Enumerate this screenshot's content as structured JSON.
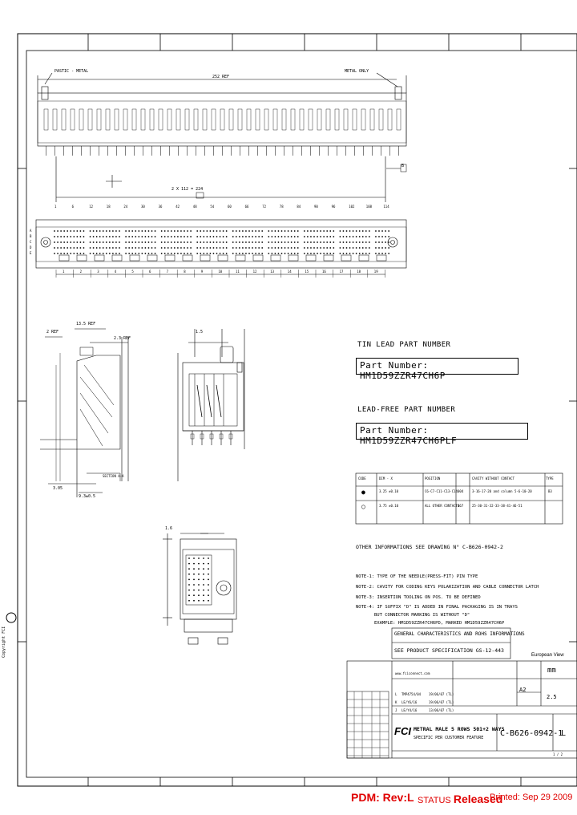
{
  "drawing": {
    "callouts": {
      "plastic_metal": "PASTIC - METAL",
      "metal_only": "METAL ONLY",
      "ref_length": "252 REF",
      "pitch_total": "2 X 112 = 224",
      "dim_a": "2 REF",
      "dim_b": "13.5 REF",
      "dim_c": "2.3 REF",
      "dim_d": "3.05",
      "dim_e": "9.3±0.5",
      "dim_f": "1.5",
      "dim_g": "1.6",
      "sec_view": "SECTION A-A",
      "datum": "B"
    },
    "row_letters": [
      "A",
      "B",
      "C",
      "D",
      "E"
    ],
    "top_numbers": [
      "1",
      "6",
      "12",
      "18",
      "24",
      "30",
      "36",
      "42",
      "48",
      "54",
      "60",
      "66",
      "72",
      "78",
      "84",
      "90",
      "96",
      "102",
      "108",
      "114"
    ],
    "bottom_numbers": [
      "1",
      "2",
      "3",
      "4",
      "5",
      "6",
      "7",
      "8",
      "9",
      "10",
      "11",
      "12",
      "13",
      "14",
      "15",
      "16",
      "17",
      "18",
      "19"
    ]
  },
  "part_numbers": {
    "tin_lead_title": "TIN LEAD PART NUMBER",
    "tin_lead_value": "Part Number: HM1D59ZZR47CH6P",
    "lead_free_title": "LEAD-FREE PART NUMBER",
    "lead_free_value": "Part Number: HM1D59ZZR47CH6PLF"
  },
  "contact_table": {
    "headers": [
      "CODE",
      "DIM - X",
      "POSITION",
      "",
      "CAVITY WITHOUT CONTACT",
      "",
      "TYPE"
    ],
    "rows": [
      {
        "code": "●",
        "dim": "3.25 ±0.10",
        "position": "C6-C7-C11-C13-C14",
        "count": "004",
        "cavity": "3-16-17-20 and column 5-6-10-20",
        "type": "B3"
      },
      {
        "code": "○",
        "dim": "3.75 ±0.10",
        "position": "ALL OTHER CONTACTS",
        "count": "467",
        "cavity": "25-30-31-32-33-38-41-46-51",
        "type": ""
      }
    ]
  },
  "other_info": "OTHER INFORMATIONS SEE DRAWING N° C-B626-0942-2",
  "notes": [
    "NOTE-1: TYPE OF THE NEEDLE(PRESS-FIT) PIN TYPE",
    "NOTE-2: CAVITY FOR CODING KEYS POLARIZATION AND CABLE CONNECTOR LATCH",
    "NOTE-3: INSERTION TOOLING ON POS. TO BE DEFINED",
    "NOTE-4: IF SUFFIX \"D\" IS ADDED IN FINAL PACKAGING IS IN TRAYS",
    "BUT CONNECTOR MARKING IS WITHOUT \"D\"",
    "EXAMPLE: HM1D59ZZR47CH6PD, MARKED HM1D59ZZR47CH6P"
  ],
  "general_box": {
    "line1": "GENERAL CHARACTERISTICS AND ROHS INFORMATIONS",
    "line2": "SEE PRODUCT SPECIFICATION GS-12-443"
  },
  "title_block": {
    "view": "European View",
    "unit": "mm",
    "website": "www.fciconnect.com",
    "size": "A2",
    "scale": "2.5",
    "sheet": "1 / 2",
    "title_line1": "METRAL MALE 5 ROWS 501+2 WAYS",
    "title_line2": "SPECIFIC PER CUSTOMER FEATURE",
    "drawing_number": "C-B626-0942-1",
    "revision": "L",
    "revisions": [
      {
        "rev": "L",
        "text": "TMP4754/04",
        "date": "19/06/07 (TL)"
      },
      {
        "rev": "K",
        "text": "LE/Y6/16",
        "date": "19/06/07 (TL)"
      },
      {
        "rev": "J",
        "text": "LE/Y4/16",
        "date": "13/06/07 (TL)"
      }
    ],
    "copyright": "Copyright FCI"
  },
  "footer": {
    "pdm_label": "PDM: Rev:L",
    "status_label": "STATUS",
    "status_value": "Released",
    "printed": "Printed: Sep 29 2009"
  },
  "colors": {
    "stamp": "#e00000",
    "ink": "#000000"
  }
}
